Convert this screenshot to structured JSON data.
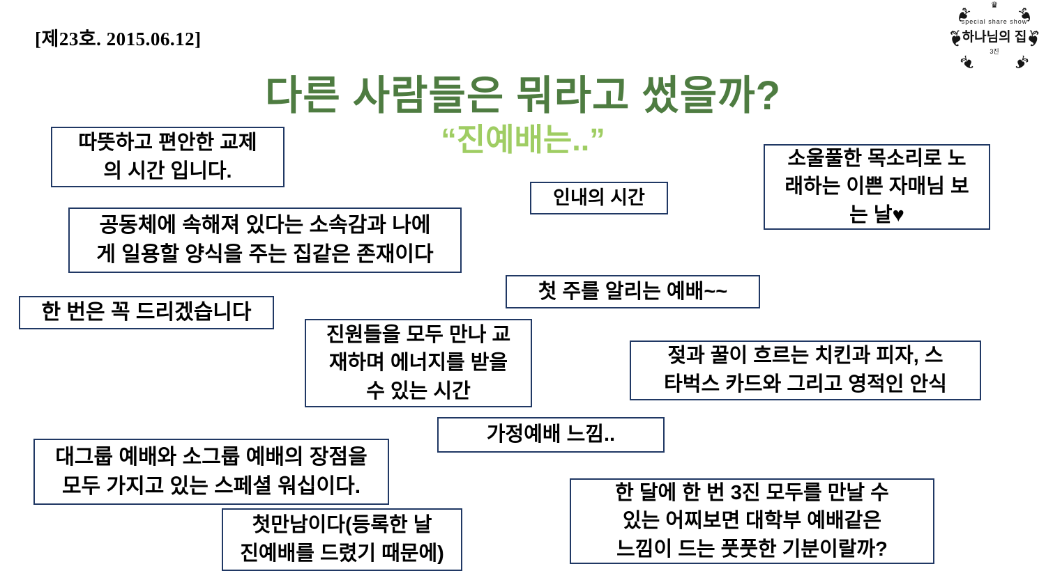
{
  "header": {
    "issue_label": "[제23호. 2015.06.12]"
  },
  "logo": {
    "tagline": "special share show",
    "name": "하나님의 집",
    "generation": "3진",
    "crown_icon": "♛",
    "flourish_icon": "❧"
  },
  "title": {
    "text": "다른 사람들은 뭐라고 썼을까?"
  },
  "subtitle": {
    "text": "“진예배는..”"
  },
  "notes": [
    {
      "lines": [
        "따뜻하고 편안한 교제",
        "의 시간 입니다."
      ]
    },
    {
      "lines": [
        "공동체에 속해져 있다는 소속감과 나에",
        "게 일용할 양식을 주는 집같은 존재이다"
      ]
    },
    {
      "lines": [
        "한 번은 꼭 드리겠습니다"
      ]
    },
    {
      "lines": [
        "진원들을 모두 만나 교",
        "재하며 에너지를 받을",
        "수 있는 시간"
      ]
    },
    {
      "lines": [
        "인내의 시간"
      ]
    },
    {
      "lines": [
        "소울풀한 목소리로 노",
        "래하는 이쁜 자매님 보",
        "는 날♥"
      ]
    },
    {
      "lines": [
        "첫 주를 알리는 예배~~"
      ]
    },
    {
      "lines": [
        "젖과 꿀이 흐르는 치킨과 피자, 스",
        "타벅스 카드와 그리고 영적인 안식"
      ]
    },
    {
      "lines": [
        "가정예배 느낌.."
      ]
    },
    {
      "lines": [
        "대그룹 예배와 소그룹 예배의 장점을",
        "모두 가지고 있는 스페셜 워십이다."
      ]
    },
    {
      "lines": [
        "첫만남이다(등록한 날",
        "진예배를 드렸기 때문에)"
      ]
    },
    {
      "lines": [
        "한 달에 한 번 3진 모두를 만날 수",
        "있는 어찌보면 대학부 예배같은",
        "느낌이 드는 풋풋한 기분이랄까?"
      ]
    }
  ],
  "colors": {
    "title_green": "#4e7c41",
    "subtitle_green": "#9fcd63",
    "note_border_navy": "#203864",
    "text_black": "#000000",
    "background": "#ffffff"
  }
}
